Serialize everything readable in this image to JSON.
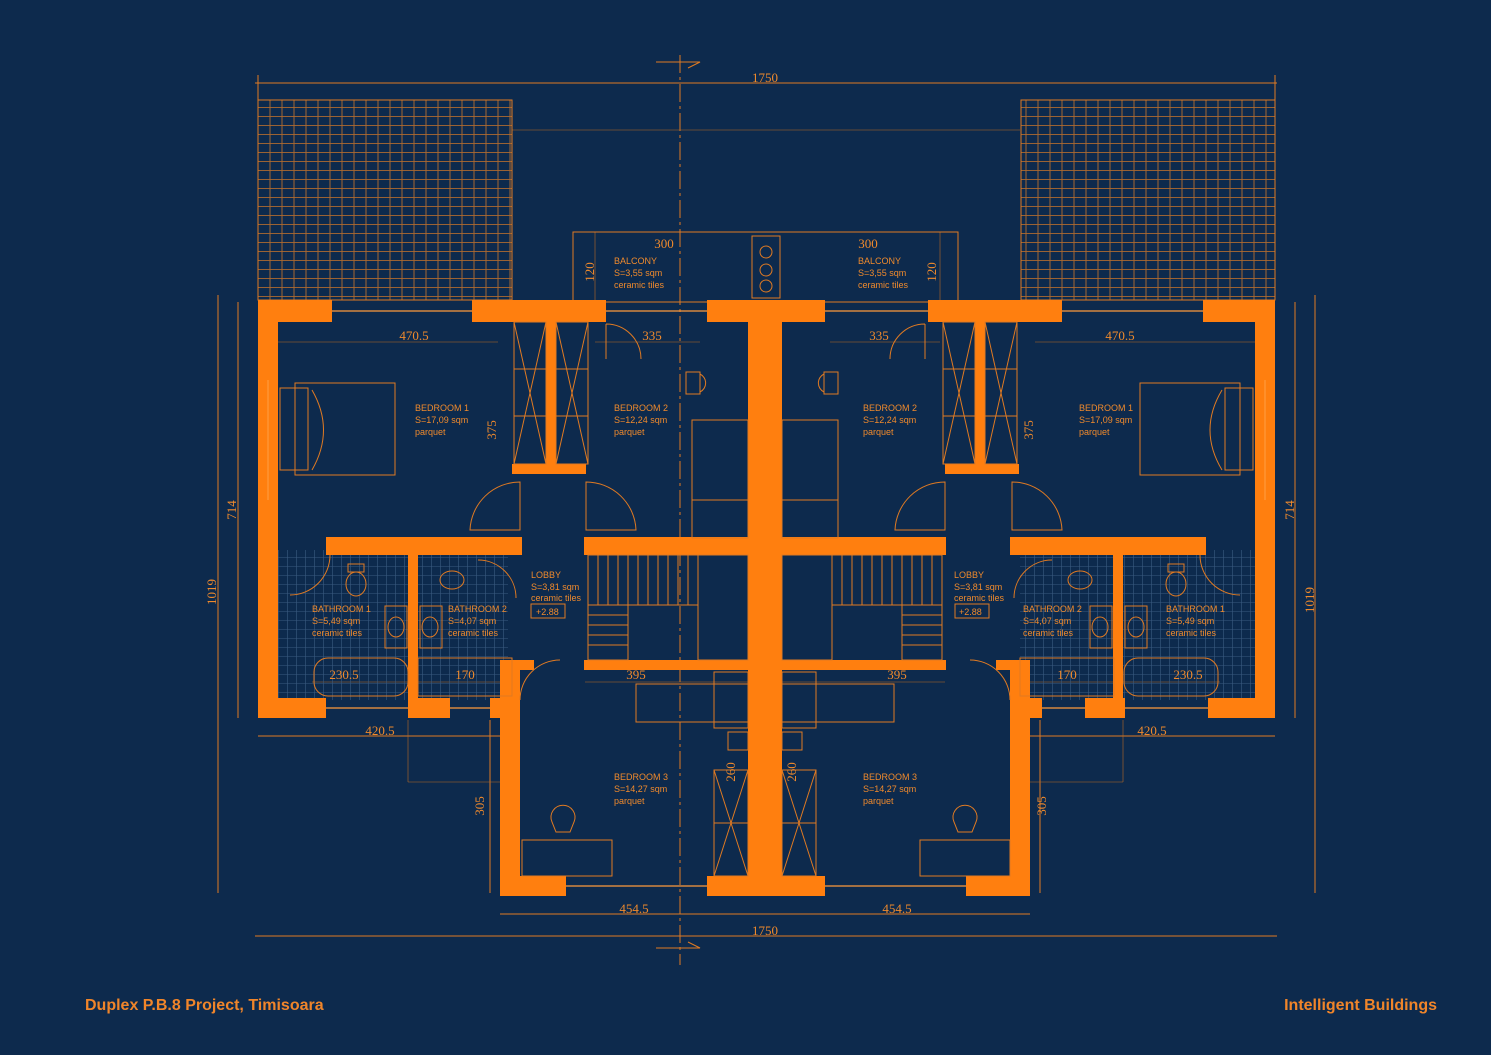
{
  "footer": {
    "project": "Duplex P.B.8 Project, Timisoara",
    "company": "Intelligent Buildings"
  },
  "dimensions": {
    "total_width_top": "1750",
    "total_width_bottom": "1750",
    "balcony_width": "300",
    "balcony_depth": "120",
    "bedroom1_width": "470.5",
    "bedroom2_width": "335",
    "bedroom_depth": "375",
    "left_height_inner": "714",
    "left_height_total": "1019",
    "bath1_width": "230.5",
    "bath2_width": "170",
    "corridor_width": "395",
    "rear_width": "420.5",
    "bedroom3_depth": "305",
    "bedroom3_width": "454.5",
    "closet_depth": "260"
  },
  "rooms": {
    "balcony": {
      "name": "BALCONY",
      "area": "S=3,55 sqm",
      "floor": "ceramic tiles"
    },
    "bedroom1": {
      "name": "BEDROOM 1",
      "area": "S=17,09 sqm",
      "floor": "parquet"
    },
    "bedroom2": {
      "name": "BEDROOM 2",
      "area": "S=12,24 sqm",
      "floor": "parquet"
    },
    "lobby": {
      "name": "LOBBY",
      "area": "S=3,81 sqm",
      "floor": "ceramic tiles",
      "level": "+2.88"
    },
    "bathroom1": {
      "name": "BATHROOM 1",
      "area": "S=5,49 sqm",
      "floor": "ceramic tiles"
    },
    "bathroom2": {
      "name": "BATHROOM 2",
      "area": "S=4,07 sqm",
      "floor": "ceramic tiles"
    },
    "bedroom3": {
      "name": "BEDROOM 3",
      "area": "S=14,27 sqm",
      "floor": "parquet"
    }
  },
  "colors": {
    "background": "#0d2a4d",
    "wall": "#ff7f0f",
    "line": "#e07a22"
  }
}
